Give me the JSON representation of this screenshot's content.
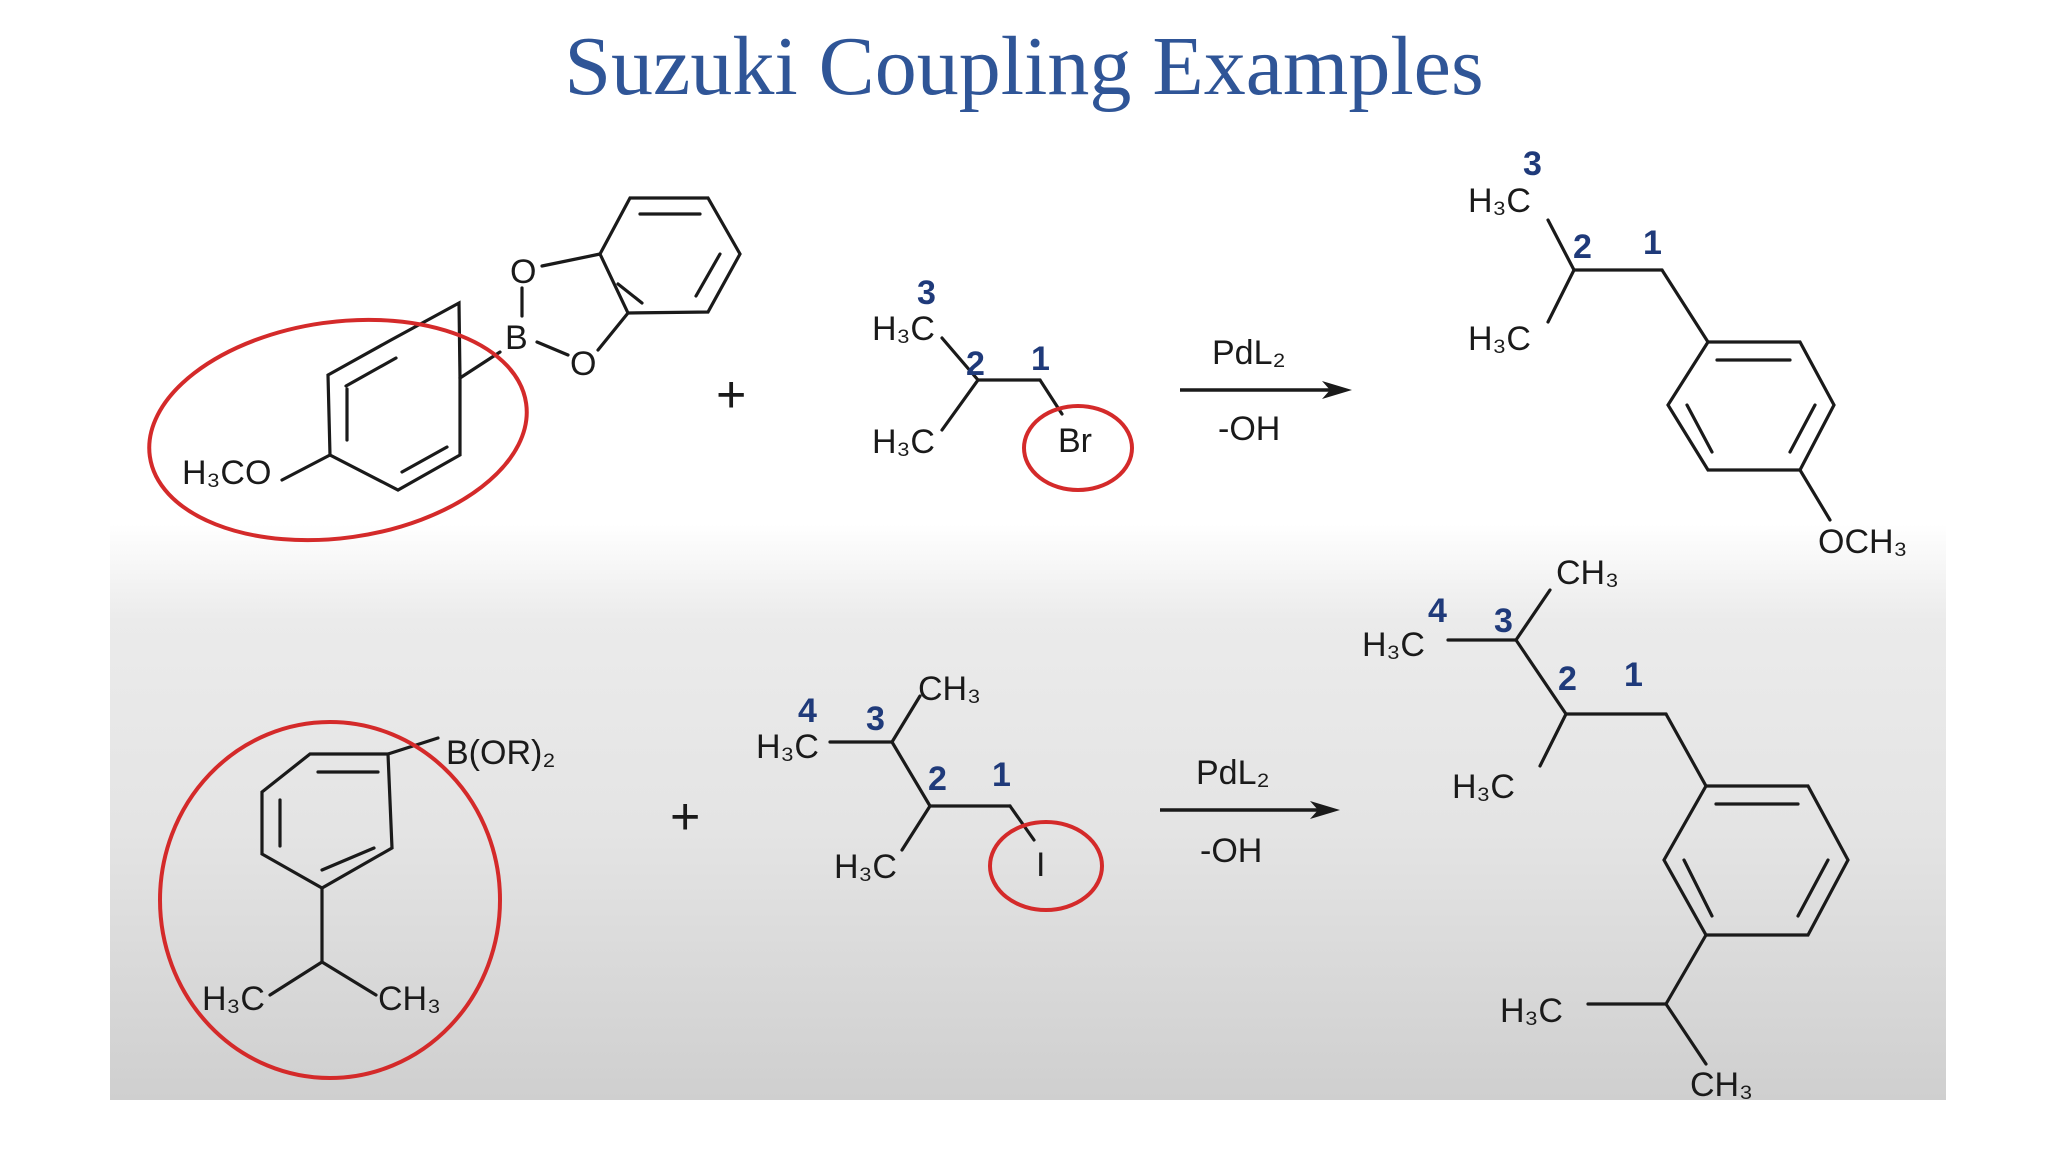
{
  "title": "Suzuki Coupling Examples",
  "plus": "+",
  "reaction1": {
    "boronate": {
      "oxygen": "O",
      "boron": "B",
      "methoxy": "H₃CO"
    },
    "halide": {
      "methyl": "H₃C",
      "halogen": "Br",
      "numbers": [
        "3",
        "2",
        "1"
      ]
    },
    "reagent": "PdL₂",
    "base": "-OH",
    "product": {
      "methyl": "H₃C",
      "methoxy": "OCH₃",
      "numbers": [
        "3",
        "2",
        "1"
      ]
    }
  },
  "reaction2": {
    "boronate": {
      "boron_group": "B(OR)₂",
      "left_methyl": "H₃C",
      "right_methyl": "CH₃"
    },
    "halide": {
      "methyl": "H₃C",
      "top_methyl": "CH₃",
      "halogen": "I",
      "numbers": [
        "4",
        "3",
        "2",
        "1"
      ]
    },
    "reagent": "PdL₂",
    "base": "-OH",
    "product": {
      "methyl": "H₃C",
      "top_methyl": "CH₃",
      "bottom_methyl": "CH₃",
      "numbers": [
        "4",
        "3",
        "2",
        "1"
      ]
    }
  },
  "colors": {
    "title": "#2f5597",
    "highlight": "#d42a2a",
    "carbon_number": "#1f3a7a"
  }
}
